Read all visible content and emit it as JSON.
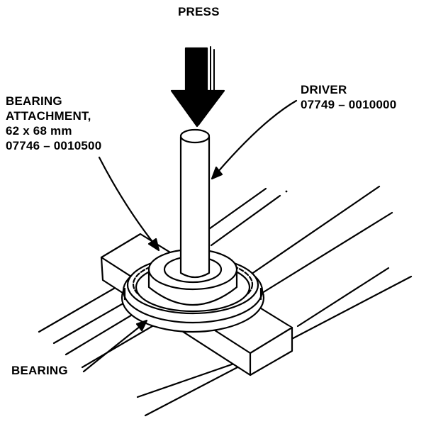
{
  "labels": {
    "press": "PRESS",
    "driver": [
      "DRIVER",
      "07749 – 0010000"
    ],
    "attachment": [
      "BEARING",
      "ATTACHMENT,",
      "62 x 68 mm",
      "07746 – 0010500"
    ],
    "bearing": "BEARING"
  }
}
